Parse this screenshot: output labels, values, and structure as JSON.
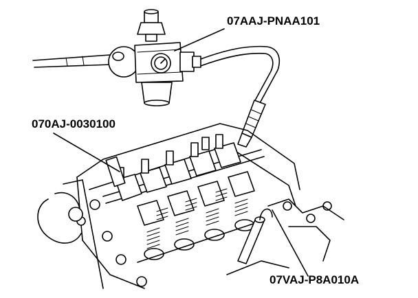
{
  "labels": {
    "gauge_tool": "07AAJ-PNAA101",
    "adapter_tool": "070AJ-0030100",
    "stopper_tool": "07VAJ-P8A010A"
  }
}
